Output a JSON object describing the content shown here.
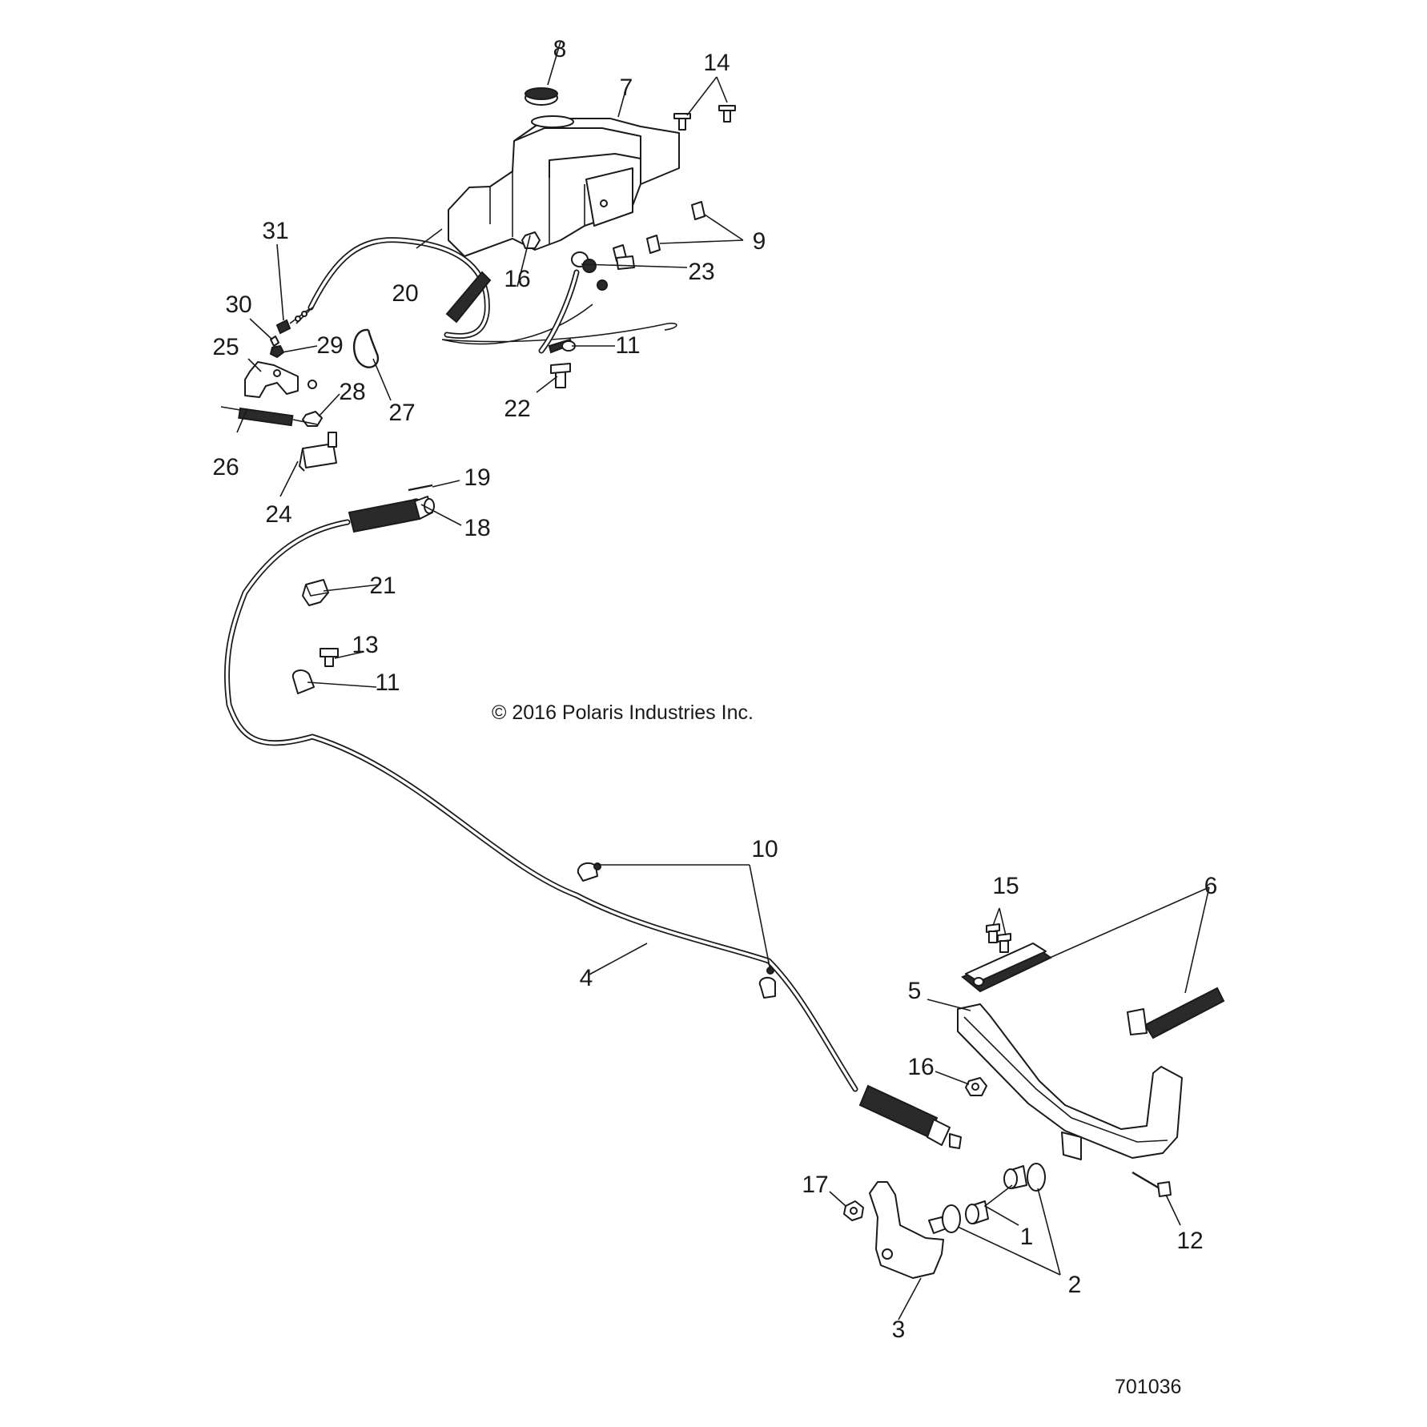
{
  "copyright": "© 2016  Polaris Industries Inc.",
  "figure_number": "701036",
  "callouts": {
    "p1": "1",
    "p2": "2",
    "p3": "3",
    "p4": "4",
    "p5": "5",
    "p6": "6",
    "p7": "7",
    "p8": "8",
    "p9": "9",
    "p10": "10",
    "p11a": "11",
    "p11b": "11",
    "p12": "12",
    "p13": "13",
    "p14": "14",
    "p15": "15",
    "p16a": "16",
    "p16b": "16",
    "p17": "17",
    "p18": "18",
    "p19": "19",
    "p20": "20",
    "p21": "21",
    "p22": "22",
    "p23": "23",
    "p24": "24",
    "p25": "25",
    "p26": "26",
    "p27": "27",
    "p28": "28",
    "p29": "29",
    "p30": "30",
    "p31": "31"
  }
}
